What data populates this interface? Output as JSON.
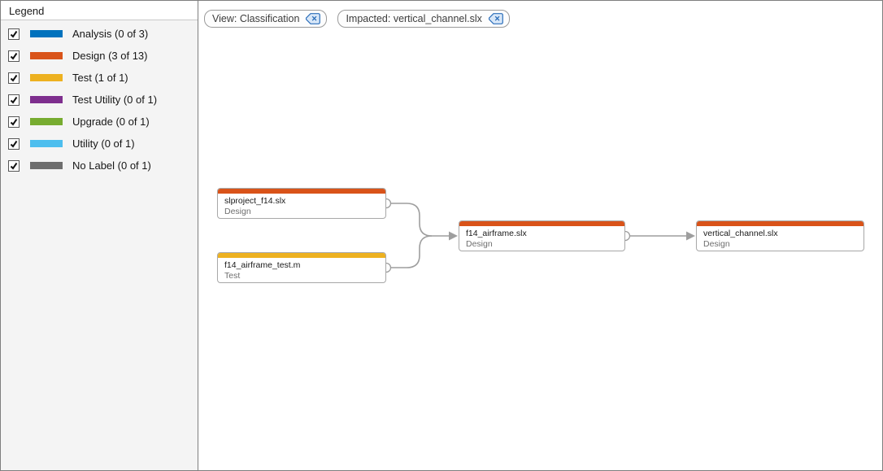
{
  "legend": {
    "title": "Legend",
    "items": [
      {
        "label": "Analysis (0 of 3)",
        "color": "#0072BD",
        "checked": true
      },
      {
        "label": "Design (3 of 13)",
        "color": "#D95319",
        "checked": true
      },
      {
        "label": "Test (1 of 1)",
        "color": "#EDB120",
        "checked": true
      },
      {
        "label": "Test Utility (0 of 1)",
        "color": "#7E2F8E",
        "checked": true
      },
      {
        "label": "Upgrade (0 of 1)",
        "color": "#77AC30",
        "checked": true
      },
      {
        "label": "Utility (0 of 1)",
        "color": "#4DBEEE",
        "checked": true
      },
      {
        "label": "No Label (0 of 1)",
        "color": "#6E6E6E",
        "checked": true
      }
    ]
  },
  "filters": {
    "view_chip": {
      "label": "View: Classification",
      "close_icon": "backspace-delete"
    },
    "impacted_chip": {
      "label": "Impacted: vertical_channel.slx",
      "close_icon": "backspace-delete"
    }
  },
  "graph": {
    "nodes": [
      {
        "title": "slproject_f14.slx",
        "subtitle": "Design",
        "color": "#D95319"
      },
      {
        "title": "f14_airframe_test.m",
        "subtitle": "Test",
        "color": "#EDB120"
      },
      {
        "title": "f14_airframe.slx",
        "subtitle": "Design",
        "color": "#D95319"
      },
      {
        "title": "vertical_channel.slx",
        "subtitle": "Design",
        "color": "#D95319"
      }
    ],
    "edges": [
      {
        "from": "slproject_f14.slx",
        "to": "f14_airframe.slx"
      },
      {
        "from": "f14_airframe_test.m",
        "to": "f14_airframe.slx"
      },
      {
        "from": "f14_airframe.slx",
        "to": "vertical_channel.slx"
      }
    ]
  },
  "colors": {
    "panel_background": "#f4f4f4",
    "canvas_background": "#ffffff",
    "divider": "#7f7f7f",
    "edge": "#9e9e9e",
    "chip_border": "#9a9a9a",
    "chip_icon_blue": "#2a6db9"
  }
}
